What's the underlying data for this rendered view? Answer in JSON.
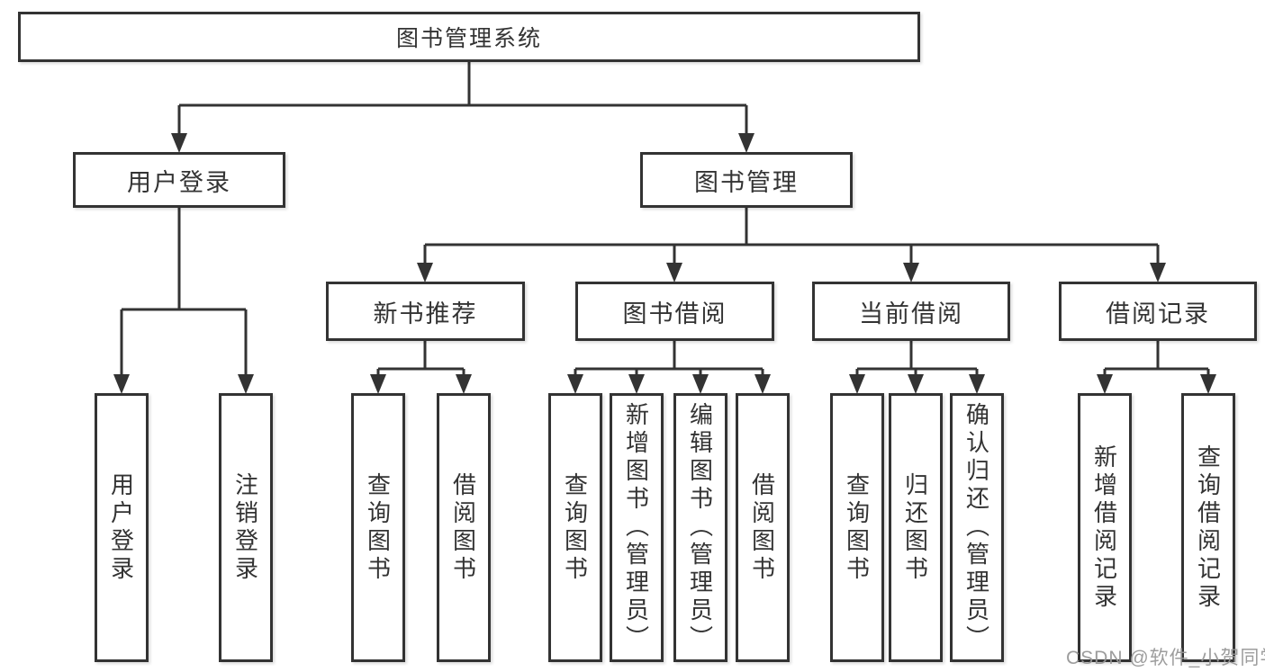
{
  "diagram": {
    "watermark": "CSDN @软件_小贺同学",
    "colors": {
      "box_border": "#333333",
      "connector_line": "#333333",
      "text": "#333333",
      "background": "#ffffff",
      "watermark_text": "#989898"
    },
    "tree": {
      "label": "图书管理系统",
      "children": [
        {
          "label": "用户登录",
          "children": [
            {
              "label": "用户登录"
            },
            {
              "label": "注销登录"
            }
          ]
        },
        {
          "label": "图书管理",
          "children": [
            {
              "label": "新书推荐",
              "children": [
                {
                  "label": "查询图书"
                },
                {
                  "label": "借阅图书"
                }
              ]
            },
            {
              "label": "图书借阅",
              "children": [
                {
                  "label": "查询图书"
                },
                {
                  "label": "新增图书（管理员）"
                },
                {
                  "label": "编辑图书（管理员）"
                },
                {
                  "label": "借阅图书"
                }
              ]
            },
            {
              "label": "当前借阅",
              "children": [
                {
                  "label": "查询图书"
                },
                {
                  "label": "归还图书"
                },
                {
                  "label": "确认归还（管理员）"
                }
              ]
            },
            {
              "label": "借阅记录",
              "children": [
                {
                  "label": "新增借阅记录"
                },
                {
                  "label": "查询借阅记录"
                }
              ]
            }
          ]
        }
      ]
    }
  }
}
